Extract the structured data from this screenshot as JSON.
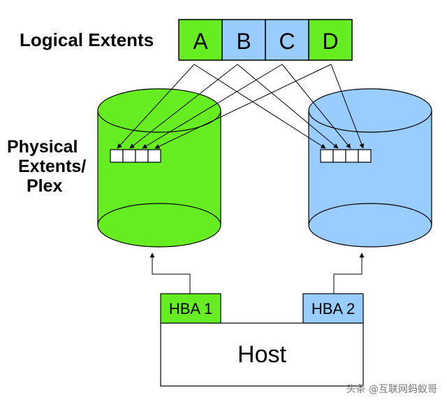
{
  "labels": {
    "logical_extents": "Logical Extents",
    "physical_line1": "Physical",
    "physical_line2": "Extents/",
    "physical_line3": "Plex",
    "hba1": "HBA 1",
    "hba2": "HBA 2",
    "host": "Host"
  },
  "logical_extents": [
    "A",
    "B",
    "C",
    "D"
  ],
  "logical_extent_colors": [
    "#66ee22",
    "#99ccff",
    "#99ccff",
    "#66ee22"
  ],
  "colors": {
    "green": "#66ee22",
    "green_stroke": "#000000",
    "blue": "#99ccff",
    "line": "#000000"
  },
  "watermark": "头条 @互联网蚂蚁哥"
}
